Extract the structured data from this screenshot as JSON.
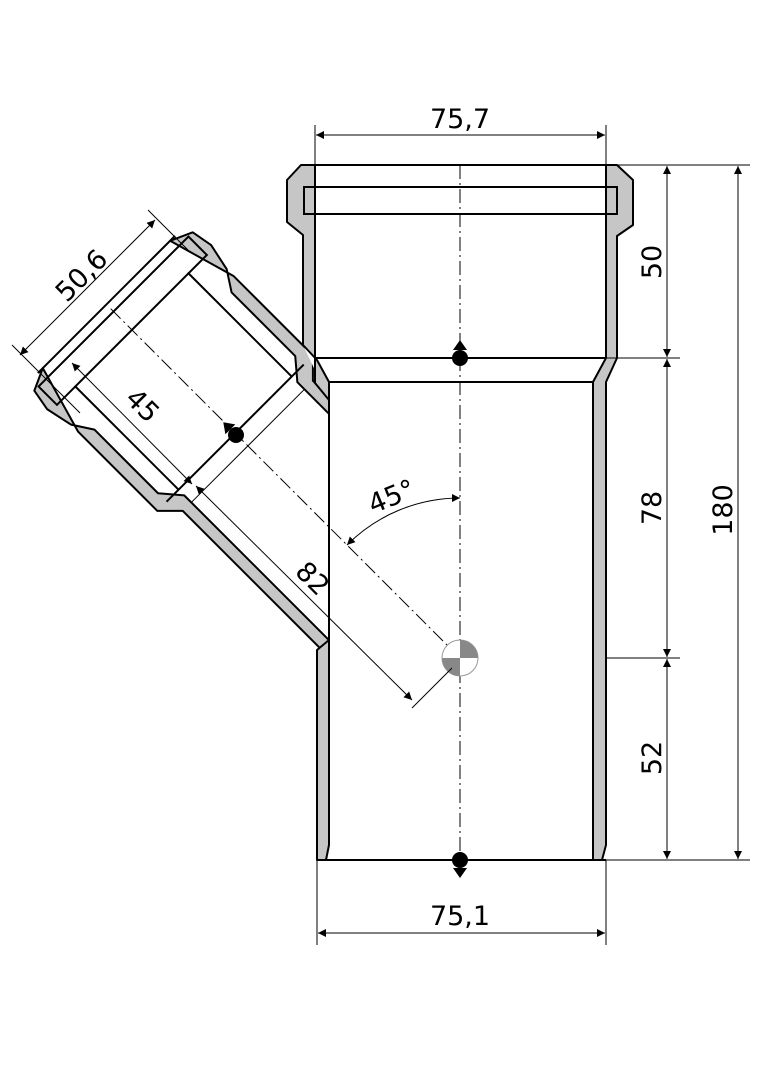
{
  "drawing": {
    "title": "45° branch fitting",
    "dimensions": {
      "top_width": "75,7",
      "bottom_width": "75,1",
      "branch_width": "50,6",
      "branch_socket_depth": "45",
      "branch_length": "82",
      "angle": "45°",
      "socket_depth": "50",
      "middle_length": "78",
      "lower_length": "52",
      "total_length": "180"
    },
    "colors": {
      "wall": "#c6c6c6",
      "line": "#000000"
    }
  }
}
